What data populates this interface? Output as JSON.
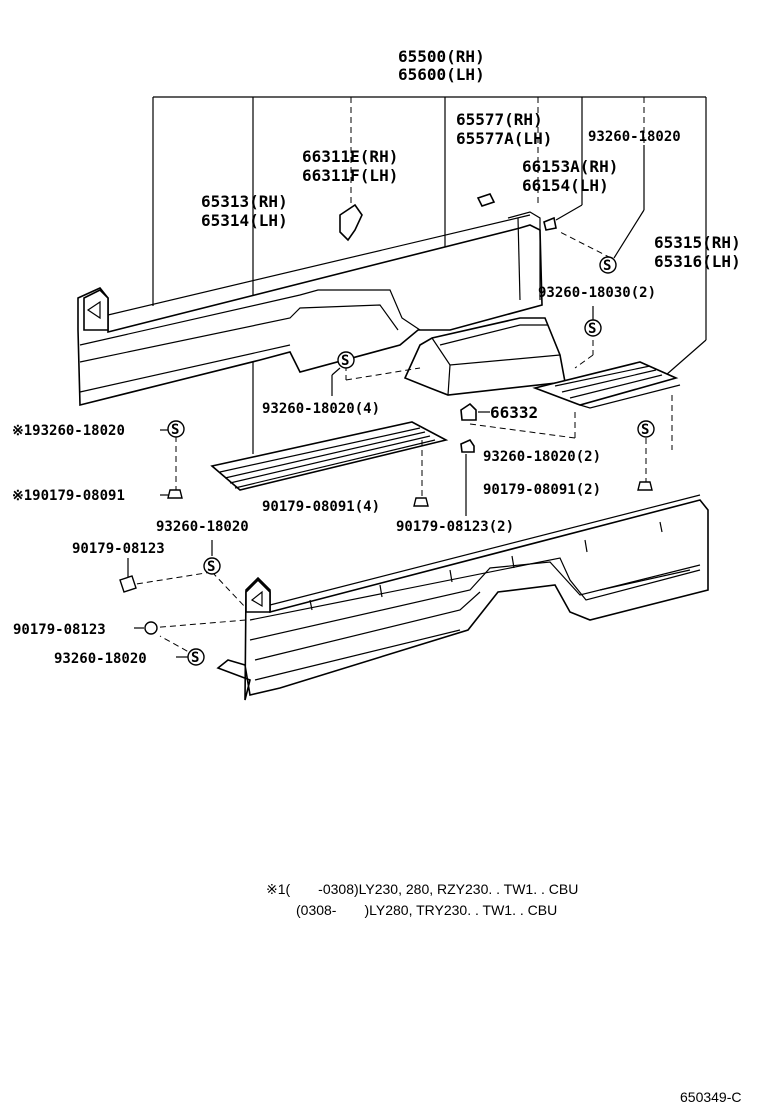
{
  "labels": {
    "l65500": "65500(RH)",
    "l65600": "65600(LH)",
    "l65577": "65577(RH)",
    "l65577a": "65577A(LH)",
    "l93260_18020_top": "93260-18020",
    "l66311e": "66311E(RH)",
    "l66311f": "66311F(LH)",
    "l66153a": "66153A(RH)",
    "l66154": "66154(LH)",
    "l65313": "65313(RH)",
    "l65314": "65314(LH)",
    "l65315": "65315(RH)",
    "l65316": "65316(LH)",
    "l93260_18030": "93260-18030(2)",
    "l93260_18020_4": "93260-18020(4)",
    "l66332": "66332",
    "l193260": "※193260-18020",
    "l93260_18020_2": "93260-18020(2)",
    "l190179": "※190179-08091",
    "l90179_08091_2": "90179-08091(2)",
    "l93260_18020_mid": "93260-18020",
    "l90179_08091_4": "90179-08091(4)",
    "l90179_08123_2": "90179-08123(2)",
    "l90179_08123_a": "90179-08123",
    "l90179_08123_b": "90179-08123",
    "l93260_18020_bot": "93260-18020"
  },
  "notes": {
    "n1": "※1(　　-0308)LY230, 280, RZY230. . TW1. . CBU",
    "n2": "(0308-　　)LY280, TRY230. . TW1. . CBU"
  },
  "footer": {
    "code": "650349-C"
  },
  "clip_symbol": "S"
}
